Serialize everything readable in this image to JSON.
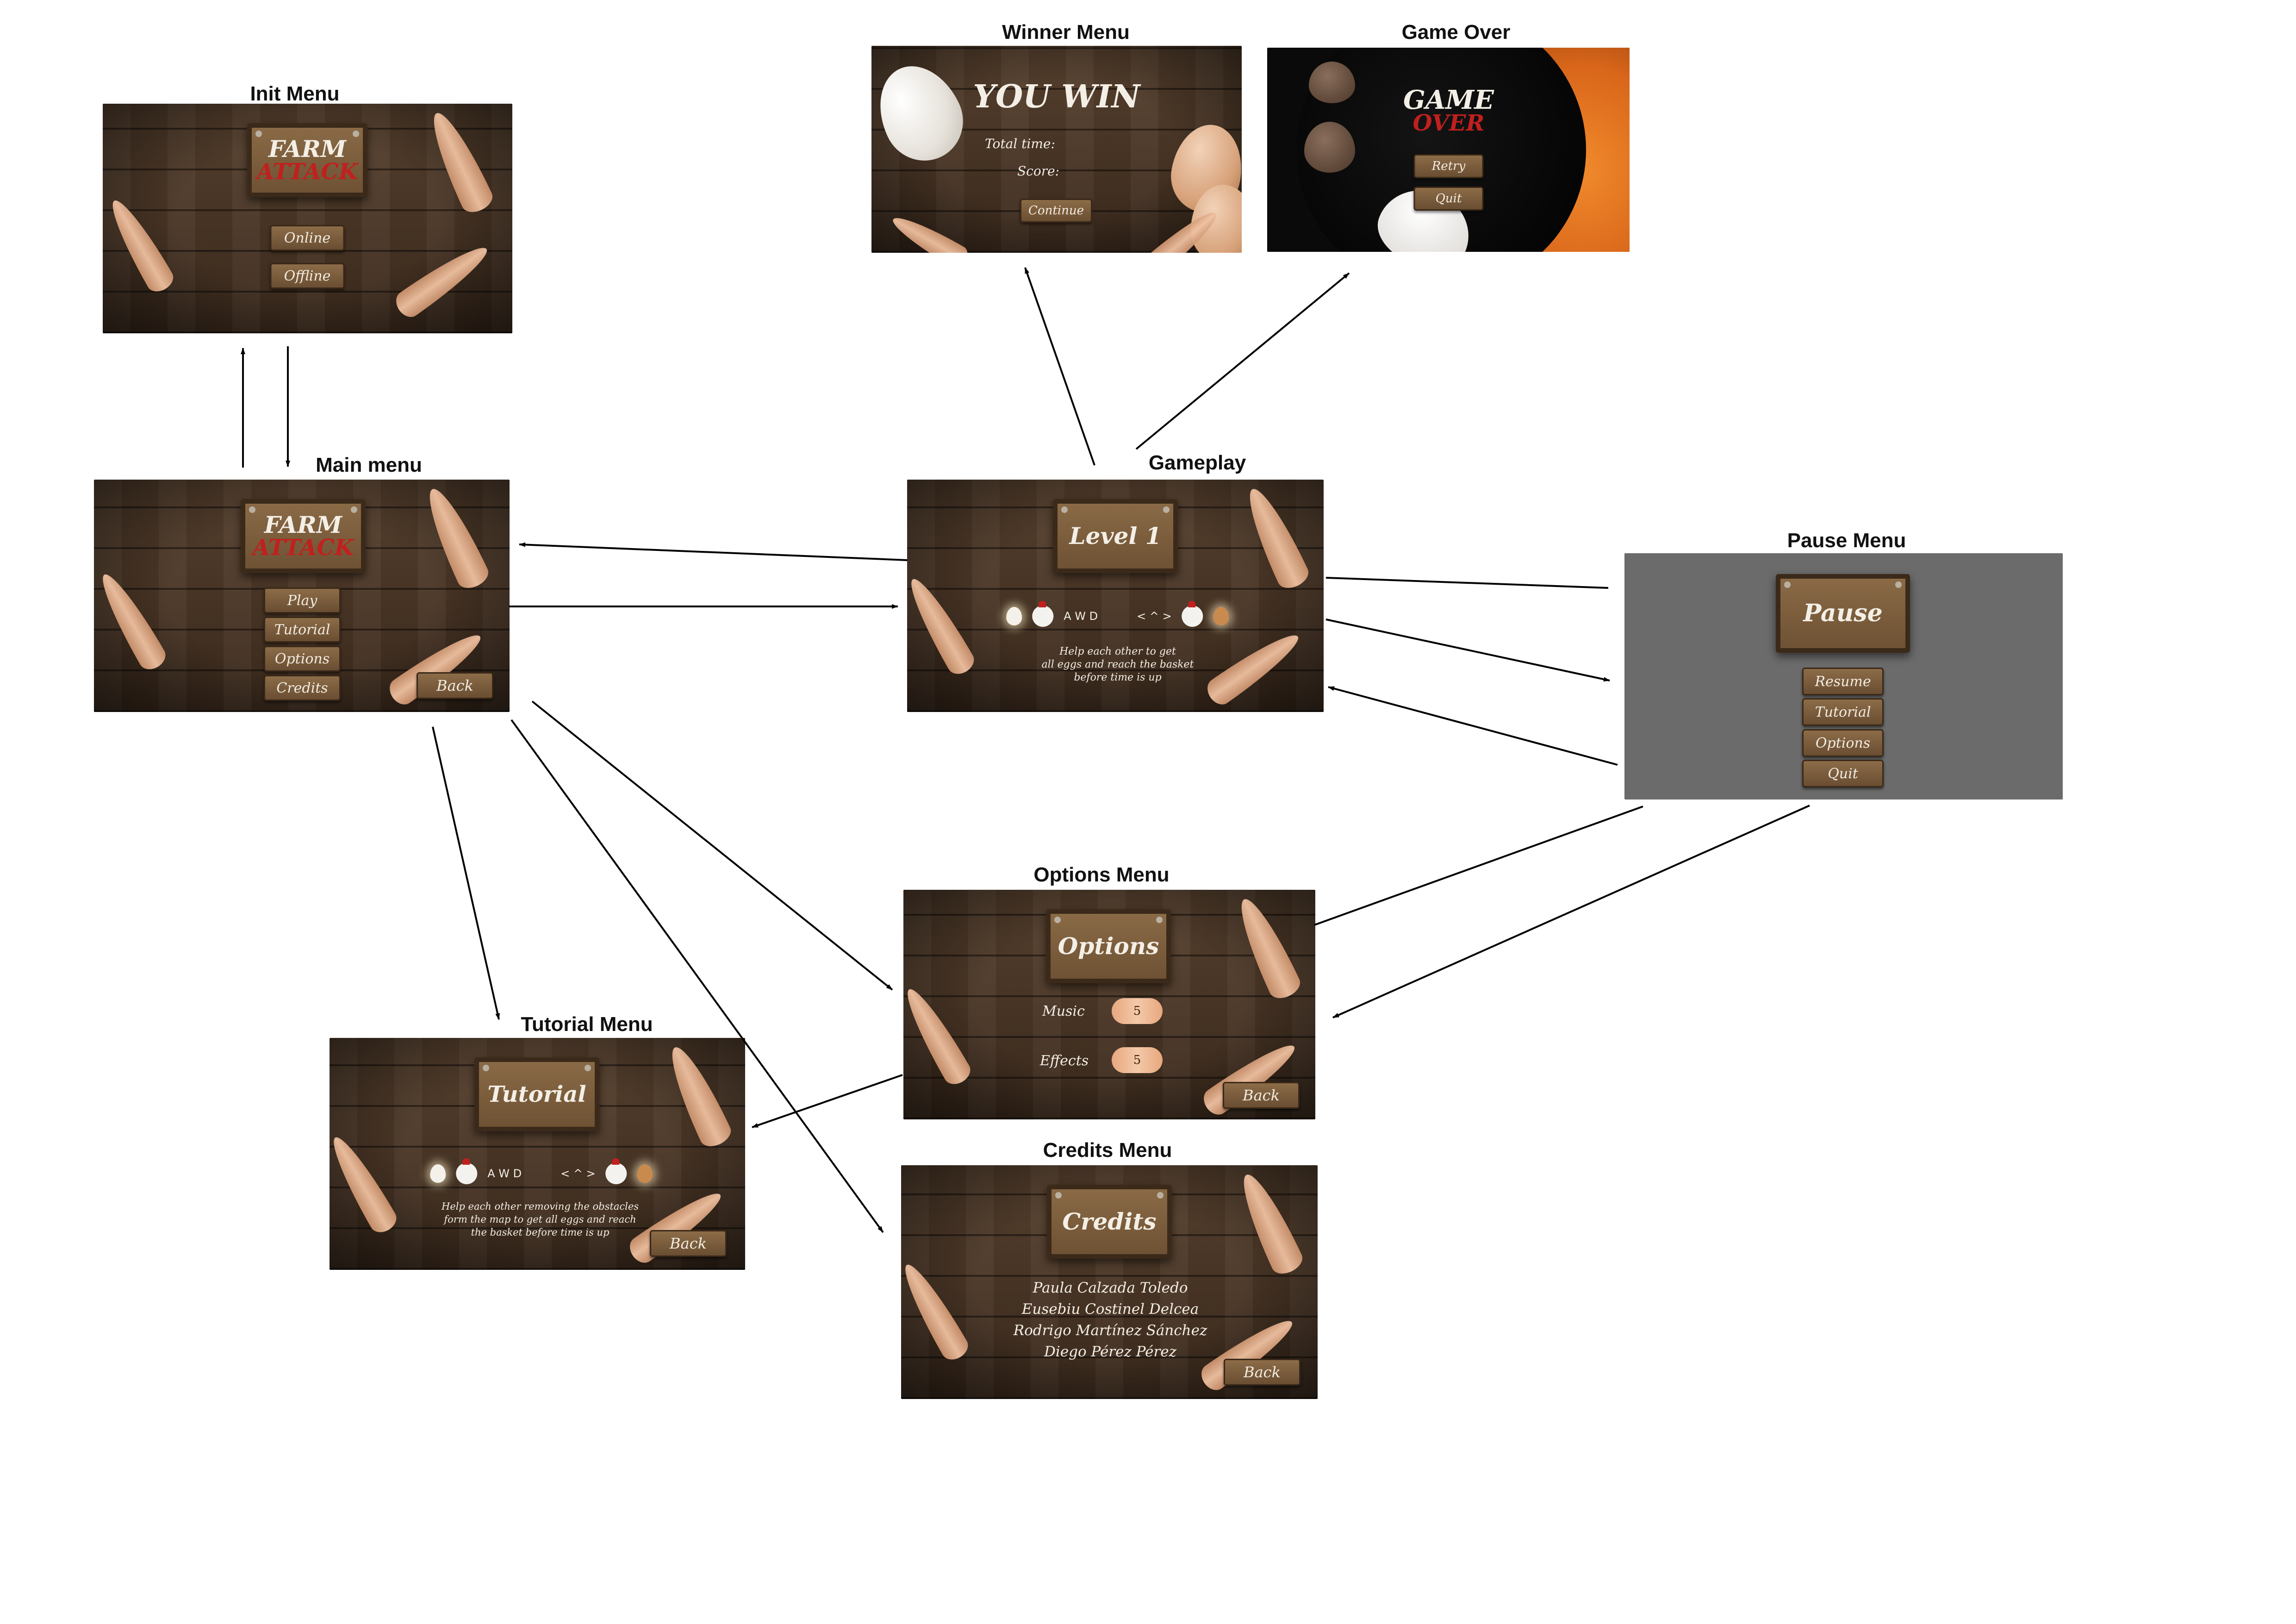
{
  "screens": {
    "init": {
      "title": "Init Menu",
      "logo": [
        "FARM",
        "ATTACK"
      ],
      "buttons": [
        "Online",
        "Offline"
      ]
    },
    "main": {
      "title": "Main menu",
      "logo": [
        "FARM",
        "ATTACK"
      ],
      "buttons": [
        "Play",
        "Tutorial",
        "Options",
        "Credits"
      ],
      "back": "Back"
    },
    "winner": {
      "title": "Winner Menu",
      "heading": "YOU WIN",
      "total_time": "Total time:",
      "score": "Score:",
      "continue": "Continue"
    },
    "gameover": {
      "title": "Game Over",
      "heading": [
        "GAME",
        "OVER"
      ],
      "buttons": [
        "Retry",
        "Quit"
      ]
    },
    "gameplay": {
      "title": "Gameplay",
      "sign": "Level 1",
      "keys_left": "A W D",
      "keys_right": "< ^ >",
      "help": [
        "Help each other to get",
        "all eggs and reach the basket",
        "before time is up"
      ]
    },
    "pause": {
      "title": "Pause Menu",
      "sign": "Pause",
      "buttons": [
        "Resume",
        "Tutorial",
        "Options",
        "Quit"
      ]
    },
    "options": {
      "title": "Options Menu",
      "sign": "Options",
      "music_label": "Music",
      "music_value": "5",
      "effects_label": "Effects",
      "effects_value": "5",
      "back": "Back"
    },
    "tutorial": {
      "title": "Tutorial Menu",
      "sign": "Tutorial",
      "keys_left": "A W D",
      "keys_right": "< ^ >",
      "help": [
        "Help each other removing the obstacles",
        "form the map to get all eggs and reach",
        "the basket before time is up"
      ],
      "back": "Back"
    },
    "credits": {
      "title": "Credits Menu",
      "sign": "Credits",
      "names": [
        "Paula Calzada Toledo",
        "Eusebiu Costinel Delcea",
        "Rodrigo Martínez Sánchez",
        "Diego Pérez Pérez"
      ],
      "back": "Back"
    }
  },
  "colors": {
    "wood": "#4a3626",
    "sign_red": "#c0201e",
    "text": "#f4efe6",
    "pause_bg": "#6b6b6b",
    "orange": "#e07020"
  },
  "icons": [
    "feather-icon",
    "egg-icon",
    "chicken-icon",
    "arrow"
  ]
}
